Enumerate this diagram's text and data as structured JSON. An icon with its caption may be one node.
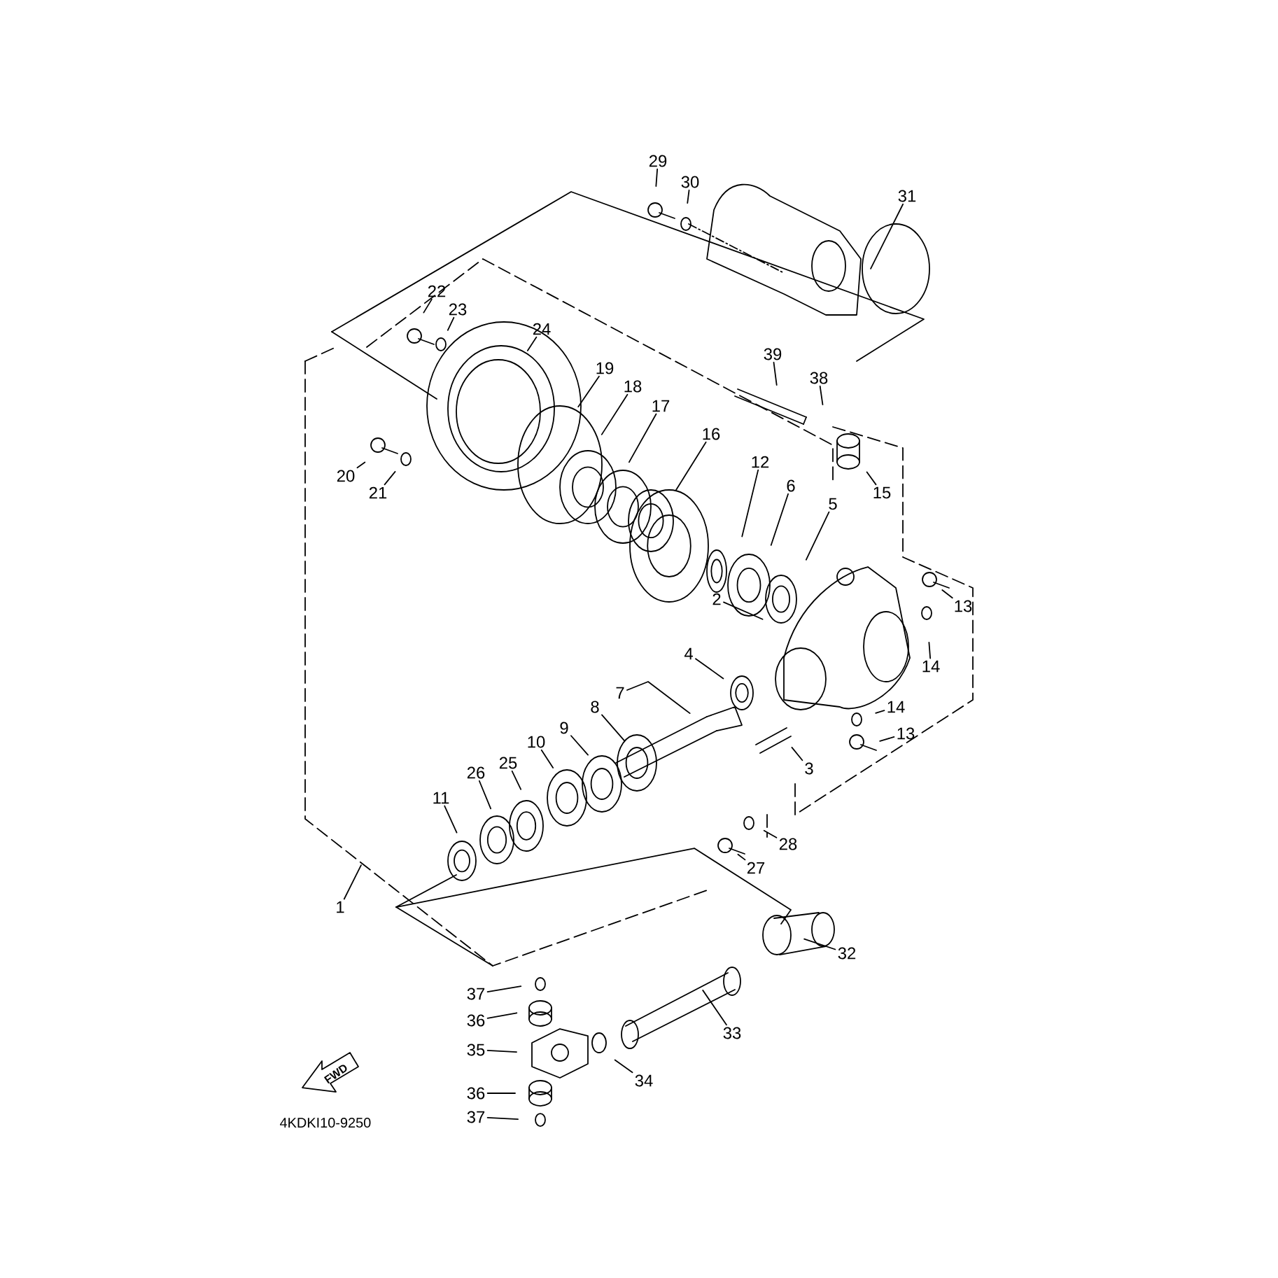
{
  "diagram": {
    "nodes": [
      {
        "text": [
          "29"
        ]
      },
      {
        "text": [
          "30"
        ]
      },
      {
        "text": [
          "31"
        ]
      },
      {
        "text": [
          "22"
        ]
      },
      {
        "text": [
          "23"
        ]
      },
      {
        "text": [
          "24"
        ]
      },
      {
        "text": [
          "19"
        ]
      },
      {
        "text": [
          "18"
        ]
      },
      {
        "text": [
          "17"
        ]
      },
      {
        "text": [
          "16"
        ]
      },
      {
        "text": [
          "12"
        ]
      },
      {
        "text": [
          "6"
        ]
      },
      {
        "text": [
          "5"
        ]
      },
      {
        "text": [
          "20"
        ]
      },
      {
        "text": [
          "21"
        ]
      },
      {
        "text": [
          "39"
        ]
      },
      {
        "text": [
          "38"
        ]
      },
      {
        "text": [
          "15"
        ]
      },
      {
        "text": [
          "13"
        ]
      },
      {
        "text": [
          "2"
        ]
      },
      {
        "text": [
          "14"
        ]
      },
      {
        "text": [
          "4"
        ]
      },
      {
        "text": [
          "7"
        ]
      },
      {
        "text": [
          "14"
        ]
      },
      {
        "text": [
          "8"
        ]
      },
      {
        "text": [
          "13"
        ]
      },
      {
        "text": [
          "9"
        ]
      },
      {
        "text": [
          "3"
        ]
      },
      {
        "text": [
          "10"
        ]
      },
      {
        "text": [
          "25"
        ]
      },
      {
        "text": [
          "26"
        ]
      },
      {
        "text": [
          "11"
        ]
      },
      {
        "text": [
          "28"
        ]
      },
      {
        "text": [
          "27"
        ]
      },
      {
        "text": [
          "1"
        ]
      },
      {
        "text": [
          "32"
        ]
      },
      {
        "text": [
          "37"
        ]
      },
      {
        "text": [
          "36"
        ]
      },
      {
        "text": [
          "33"
        ]
      },
      {
        "text": [
          "35"
        ]
      },
      {
        "text": [
          "34"
        ]
      },
      {
        "text": [
          "36"
        ]
      },
      {
        "text": [
          "37"
        ]
      }
    ],
    "edges": [
      {
        "from": 0,
        "to": null,
        "arrow": "none"
      },
      {
        "from": 1,
        "to": null,
        "arrow": "none"
      },
      {
        "from": 2,
        "to": null,
        "arrow": "none"
      },
      {
        "from": 3,
        "to": null,
        "arrow": "none"
      },
      {
        "from": 4,
        "to": null,
        "arrow": "none"
      },
      {
        "from": 5,
        "to": null,
        "arrow": "none"
      },
      {
        "from": 6,
        "to": null,
        "arrow": "none"
      },
      {
        "from": 7,
        "to": null,
        "arrow": "none"
      },
      {
        "from": 8,
        "to": null,
        "arrow": "none"
      },
      {
        "from": 9,
        "to": null,
        "arrow": "none"
      },
      {
        "from": 10,
        "to": null,
        "arrow": "none"
      },
      {
        "from": 11,
        "to": null,
        "arrow": "none"
      },
      {
        "from": 12,
        "to": null,
        "arrow": "none"
      },
      {
        "from": 13,
        "to": null,
        "arrow": "none"
      },
      {
        "from": 14,
        "to": null,
        "arrow": "none"
      },
      {
        "from": 15,
        "to": null,
        "arrow": "none"
      },
      {
        "from": 16,
        "to": null,
        "arrow": "none"
      },
      {
        "from": 17,
        "to": null,
        "arrow": "none"
      },
      {
        "from": 18,
        "to": null,
        "arrow": "none"
      },
      {
        "from": 19,
        "to": null,
        "arrow": "none"
      },
      {
        "from": 20,
        "to": null,
        "arrow": "none"
      },
      {
        "from": 21,
        "to": null,
        "arrow": "none"
      },
      {
        "from": 22,
        "to": null,
        "arrow": "none"
      },
      {
        "from": 23,
        "to": null,
        "arrow": "none"
      },
      {
        "from": 24,
        "to": null,
        "arrow": "none"
      },
      {
        "from": 25,
        "to": null,
        "arrow": "none"
      },
      {
        "from": 26,
        "to": null,
        "arrow": "none"
      },
      {
        "from": 27,
        "to": null,
        "arrow": "none"
      },
      {
        "from": 28,
        "to": null,
        "arrow": "none"
      },
      {
        "from": 29,
        "to": null,
        "arrow": "none"
      },
      {
        "from": 30,
        "to": null,
        "arrow": "none"
      },
      {
        "from": 31,
        "to": null,
        "arrow": "none"
      },
      {
        "from": 32,
        "to": null,
        "arrow": "none"
      },
      {
        "from": 33,
        "to": null,
        "arrow": "none"
      },
      {
        "from": 34,
        "to": null,
        "arrow": "none"
      },
      {
        "from": 35,
        "to": null,
        "arrow": "none"
      },
      {
        "from": 36,
        "to": null,
        "arrow": "none"
      },
      {
        "from": 37,
        "to": null,
        "arrow": "none"
      },
      {
        "from": 38,
        "to": null,
        "arrow": "none"
      },
      {
        "from": 39,
        "to": null,
        "arrow": "none"
      },
      {
        "from": 40,
        "to": null,
        "arrow": "none"
      },
      {
        "from": 41,
        "to": null,
        "arrow": "none"
      },
      {
        "from": 42,
        "to": null,
        "arrow": "none"
      }
    ],
    "labels": [
      "FWD",
      "4KDKI10-9250"
    ]
  }
}
